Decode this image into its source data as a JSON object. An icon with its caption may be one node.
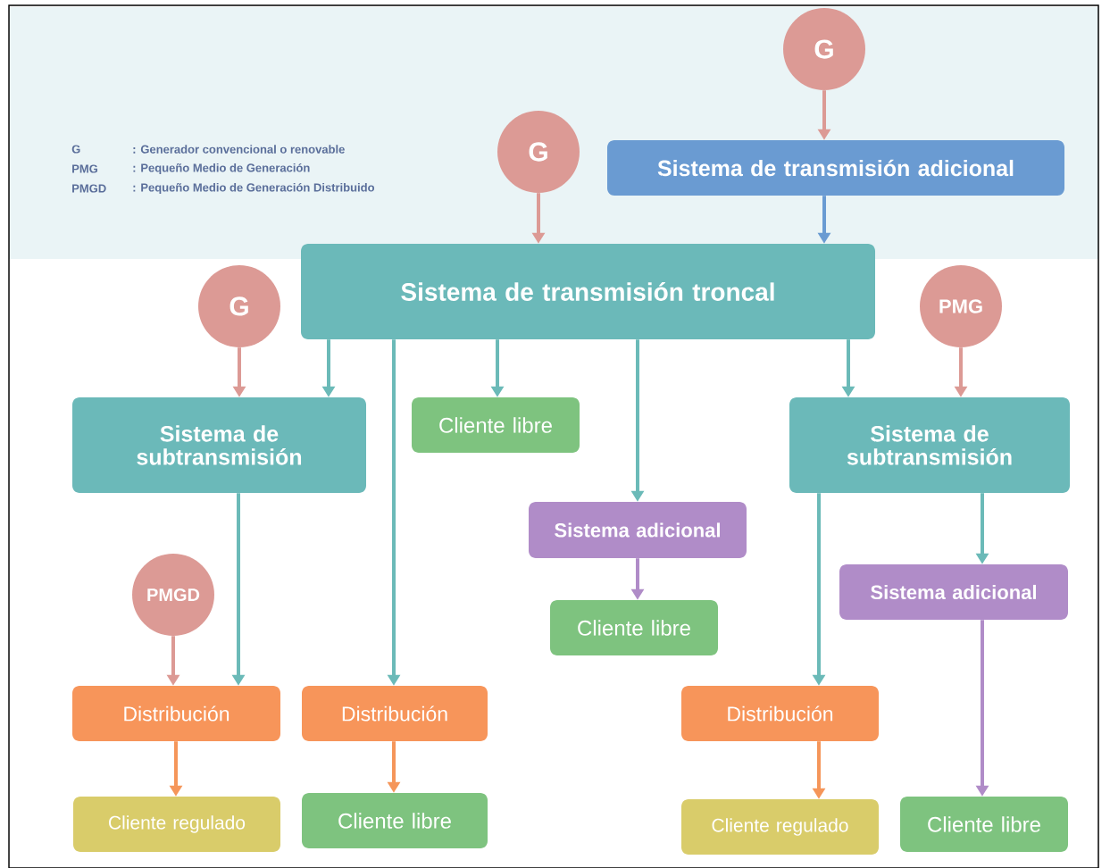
{
  "diagram": {
    "nodes": [
      {
        "text": [
          "G"
        ]
      },
      {
        "text": [
          "Sistema de transmisión adicional"
        ]
      },
      {
        "text": [
          "G"
        ]
      },
      {
        "text": [
          "Sistema de transmisión troncal"
        ]
      },
      {
        "text": [
          "G"
        ]
      },
      {
        "text": [
          "PMG"
        ]
      },
      {
        "text": [
          "Sistema de subtransmisión"
        ]
      },
      {
        "text": [
          "Cliente libre"
        ]
      },
      {
        "text": [
          "Sistema de subtransmisión"
        ]
      },
      {
        "text": [
          "Sistema adicional"
        ]
      },
      {
        "text": [
          "PMGD"
        ]
      },
      {
        "text": [
          "Sistema adicional"
        ]
      },
      {
        "text": [
          "Cliente libre"
        ]
      },
      {
        "text": [
          "Distribución"
        ]
      },
      {
        "text": [
          "Distribución"
        ]
      },
      {
        "text": [
          "Distribución"
        ]
      },
      {
        "text": [
          "Cliente regulado"
        ]
      },
      {
        "text": [
          "Cliente libre"
        ]
      },
      {
        "text": [
          "Cliente regulado"
        ]
      },
      {
        "text": [
          "Cliente libre"
        ]
      }
    ],
    "edges": [
      {
        "from": 0,
        "to": 1,
        "arrow": "to",
        "color": "#dc9a95"
      },
      {
        "from": 1,
        "to": 3,
        "arrow": "to",
        "color": "#6a9bd2"
      },
      {
        "from": 2,
        "to": 3,
        "arrow": "to",
        "color": "#dc9a95"
      },
      {
        "from": 3,
        "to": 6,
        "arrow": "to"
      },
      {
        "from": 3,
        "to": 14,
        "arrow": "to"
      },
      {
        "from": 3,
        "to": 7,
        "arrow": "to"
      },
      {
        "from": 3,
        "to": 9,
        "arrow": "to"
      },
      {
        "from": 3,
        "to": 8,
        "arrow": "to"
      },
      {
        "from": 4,
        "to": 6,
        "arrow": "to",
        "color": "#dc9a95"
      },
      {
        "from": 5,
        "to": 8,
        "arrow": "to",
        "color": "#dc9a95"
      },
      {
        "from": 6,
        "to": 13,
        "arrow": "to"
      },
      {
        "from": 10,
        "to": 13,
        "arrow": "to",
        "color": "#dc9a95"
      },
      {
        "from": 9,
        "to": 12,
        "arrow": "to",
        "color": "#b08cc8"
      },
      {
        "from": 8,
        "to": 15,
        "arrow": "to"
      },
      {
        "from": 8,
        "to": 11,
        "arrow": "to"
      },
      {
        "from": 13,
        "to": 16,
        "arrow": "to",
        "color": "#f5965a"
      },
      {
        "from": 14,
        "to": 17,
        "arrow": "to",
        "color": "#f5965a"
      },
      {
        "from": 15,
        "to": 18,
        "arrow": "to",
        "color": "#f5965a"
      },
      {
        "from": 11,
        "to": 19,
        "arrow": "to",
        "color": "#b08cc8"
      }
    ],
    "labels": [
      "G",
      ": Generador convencional o renovable",
      "PMG",
      ": Pequeño Medio de Generación",
      "PMGD",
      ": Pequeño Medio de Generación Distribuido"
    ]
  }
}
